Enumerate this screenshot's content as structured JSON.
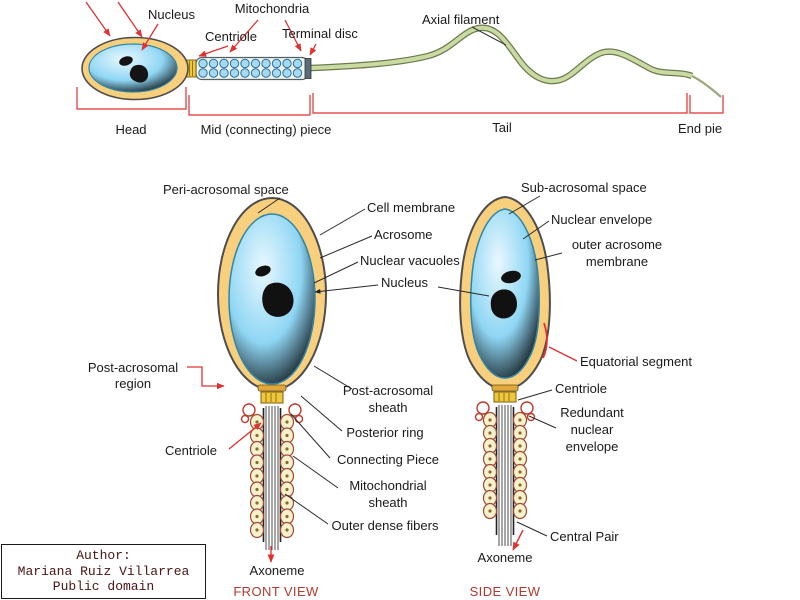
{
  "top_diagram": {
    "part_labels": {
      "nucleus": "Nucleus",
      "mitochondria": "Mitochondria",
      "centriole": "Centriole",
      "terminal_disc": "Terminal disc",
      "axial_filament": "Axial filament"
    },
    "region_labels": {
      "head": "Head",
      "mid_piece": "Mid (connecting) piece",
      "tail": "Tail",
      "end_piece": "End pie"
    }
  },
  "detail_views": {
    "front": {
      "title": "FRONT VIEW",
      "axoneme": "Axoneme"
    },
    "side": {
      "title": "SIDE VIEW",
      "axoneme": "Axoneme"
    },
    "labels": {
      "peri_acrosomal_space": "Peri-acrosomal space",
      "cell_membrane": "Cell membrane",
      "acrosome": "Acrosome",
      "nuclear_vacuoles": "Nuclear vacuoles",
      "nucleus": "Nucleus",
      "sub_acrosomal_space": "Sub-acrosomal space",
      "nuclear_envelope": "Nuclear envelope",
      "outer_acrosome_membrane": [
        "outer acrosome",
        "membrane"
      ],
      "equatorial_segment": "Equatorial segment",
      "post_acrosomal_region": [
        "Post-acrosomal",
        "region"
      ],
      "post_acrosomal_sheath": [
        "Post-acrosomal",
        "sheath"
      ],
      "posterior_ring": "Posterior ring",
      "centriole_front": "Centriole",
      "connecting_piece": "Connecting Piece",
      "mitochondrial_sheath": [
        "Mitochondrial",
        "sheath"
      ],
      "outer_dense_fibers": "Outer dense fibers",
      "centriole_side": "Centriole",
      "redundant_nuclear_envelope": [
        "Redundant",
        "nuclear",
        "envelope"
      ],
      "central_pair": "Central Pair"
    }
  },
  "author_box": {
    "line1": "Author:",
    "line2": "Mariana Ruiz Villarrea",
    "line3": "Public domain"
  },
  "colors": {
    "leader_red": "#e03131",
    "acrosome_orange": "#f8cf7d",
    "nucleus_blue": "#66c4ef",
    "tail_green": "#c9dba2",
    "view_title": "#b03a2e"
  }
}
